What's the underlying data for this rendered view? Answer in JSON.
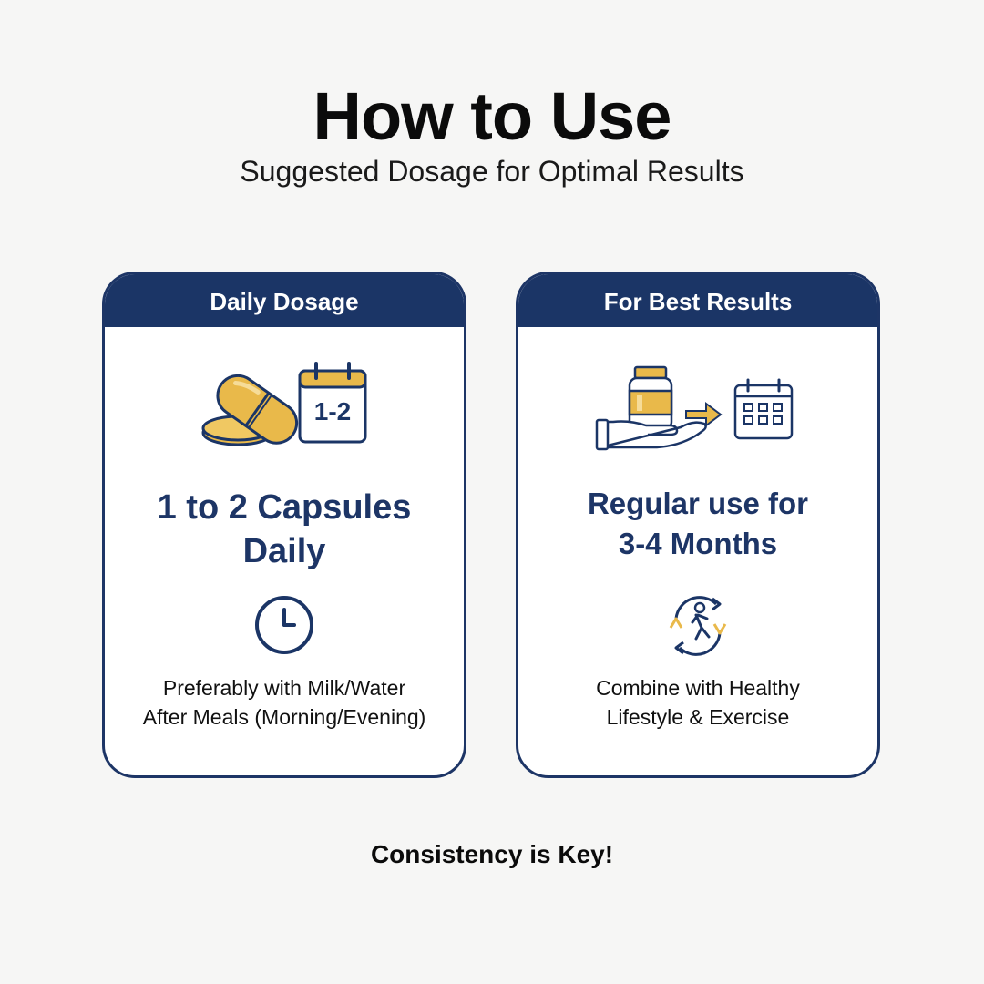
{
  "header": {
    "title": "How to Use",
    "subtitle": "Suggested Dosage for Optimal Results"
  },
  "cards": [
    {
      "heading": "Daily Dosage",
      "icon": "capsule-calendar-icon",
      "calendar_text": "1-2",
      "main_line1": "1 to 2 Capsules",
      "main_line2": "Daily",
      "secondary_icon": "clock-icon",
      "note_line1": "Preferably with Milk/Water",
      "note_line2": "After Meals (Morning/Evening)"
    },
    {
      "heading": "For Best Results",
      "icon": "hand-bottle-calendar-icon",
      "main_line1": "Regular use for",
      "main_line2": "3-4 Months",
      "secondary_icon": "exercise-cycle-icon",
      "note_line1": "Combine with Healthy",
      "note_line2": "Lifestyle & Exercise"
    }
  ],
  "footer": {
    "text": "Consistency is Key!"
  },
  "colors": {
    "navy": "#1b3566",
    "gold": "#e9b94a",
    "background": "#f6f6f5"
  }
}
